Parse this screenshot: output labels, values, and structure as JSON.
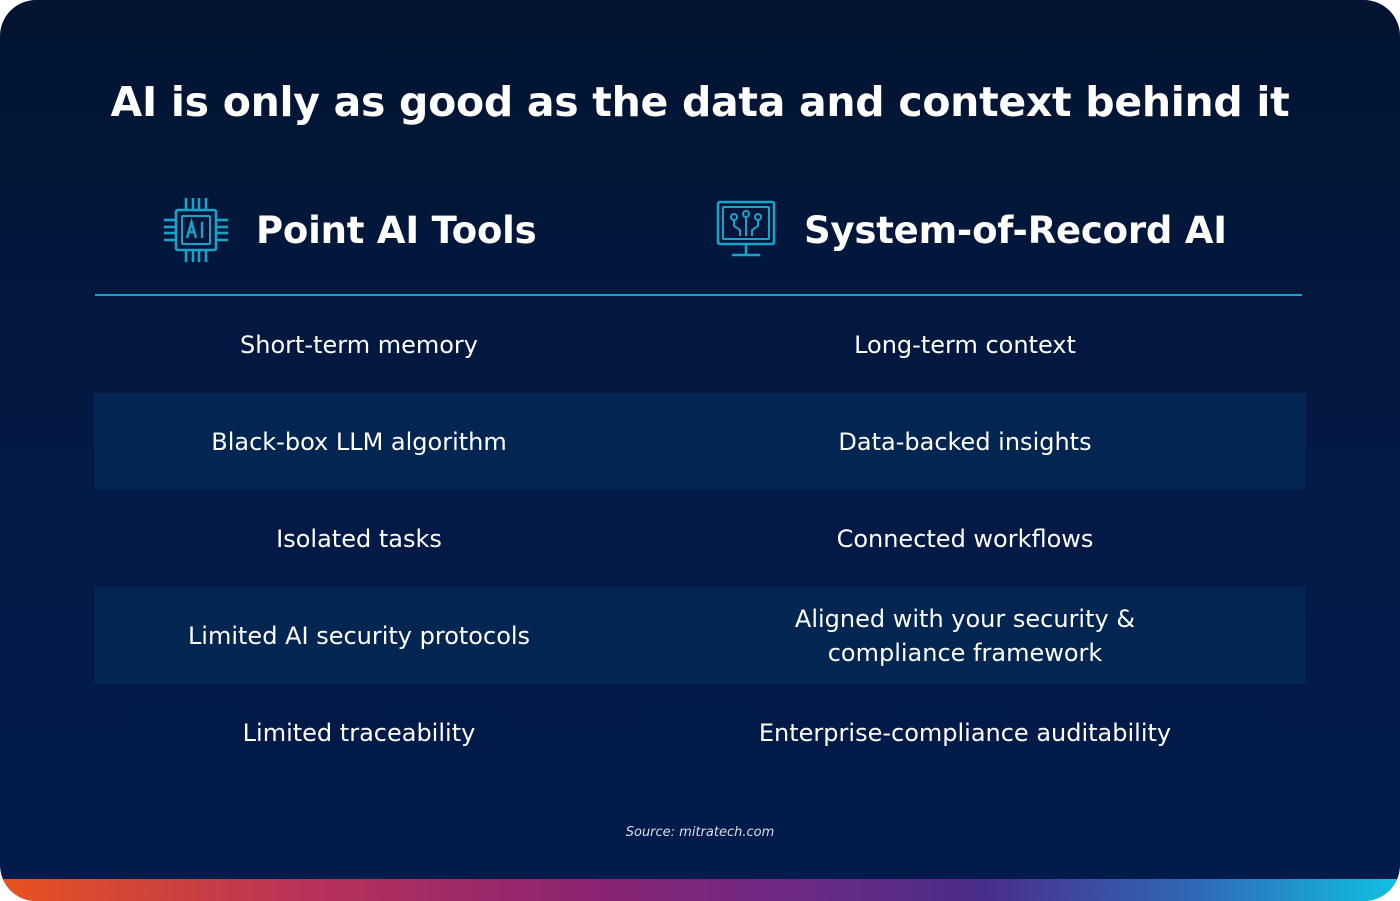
{
  "title": "AI is only as good as the data and context behind it",
  "columns": {
    "left": {
      "label": "Point AI Tools",
      "icon": "ai-chip-icon"
    },
    "right": {
      "label": "System-of-Record AI",
      "icon": "monitor-circuit-icon"
    }
  },
  "rows": [
    {
      "left": "Short-term memory",
      "right": "Long-term context"
    },
    {
      "left": "Black-box LLM algorithm",
      "right": "Data-backed insights"
    },
    {
      "left": "Isolated tasks",
      "right": "Connected workflows"
    },
    {
      "left": "Limited AI security protocols",
      "right": "Aligned with your security &\ncompliance framework"
    },
    {
      "left": "Limited traceability",
      "right": "Enterprise-compliance auditability"
    }
  ],
  "source": "Source: mitratech.com",
  "colors": {
    "background": "#021431",
    "row_shade": "#032551",
    "accent": "#1aa3c8",
    "text": "#ffffff",
    "gradient": [
      "#e8531f",
      "#8b2472",
      "#10c2e2"
    ]
  }
}
